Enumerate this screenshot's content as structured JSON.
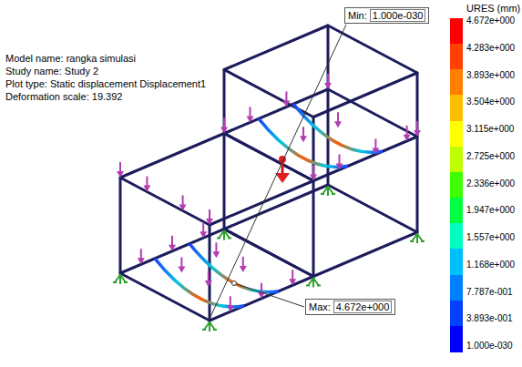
{
  "diagram": {
    "nodes": [
      {
        "text": [
          "Min:",
          "1.000e-030"
        ]
      },
      {
        "text": [
          "Max:",
          "4.672e+000"
        ]
      }
    ],
    "labels": [
      "Model name: rangka simulasi",
      "Study name: Study 2",
      "Plot type: Static displacement Displacement1",
      "Deformation scale: 19.392",
      "URES (mm)"
    ],
    "legend": [
      {
        "text": "4.672e+000",
        "color": "#ff0000"
      },
      {
        "text": "4.283e+000",
        "color": "#ff4000"
      },
      {
        "text": "3.893e+000",
        "color": "#ff8000"
      },
      {
        "text": "3.504e+000",
        "color": "#ffbf00"
      },
      {
        "text": "3.115e+000",
        "color": "#ffff00"
      },
      {
        "text": "2.725e+000",
        "color": "#bfff00"
      },
      {
        "text": "2.336e+000",
        "color": "#40ff00"
      },
      {
        "text": "1.947e+000",
        "color": "#00ff40"
      },
      {
        "text": "1.557e+000",
        "color": "#00ffbf"
      },
      {
        "text": "1.168e+000",
        "color": "#00bfff"
      },
      {
        "text": "7.787e-001",
        "color": "#0080ff"
      },
      {
        "text": "3.893e-001",
        "color": "#0040ff"
      },
      {
        "text": "1.000e-030",
        "color": "#0000ff"
      }
    ]
  }
}
